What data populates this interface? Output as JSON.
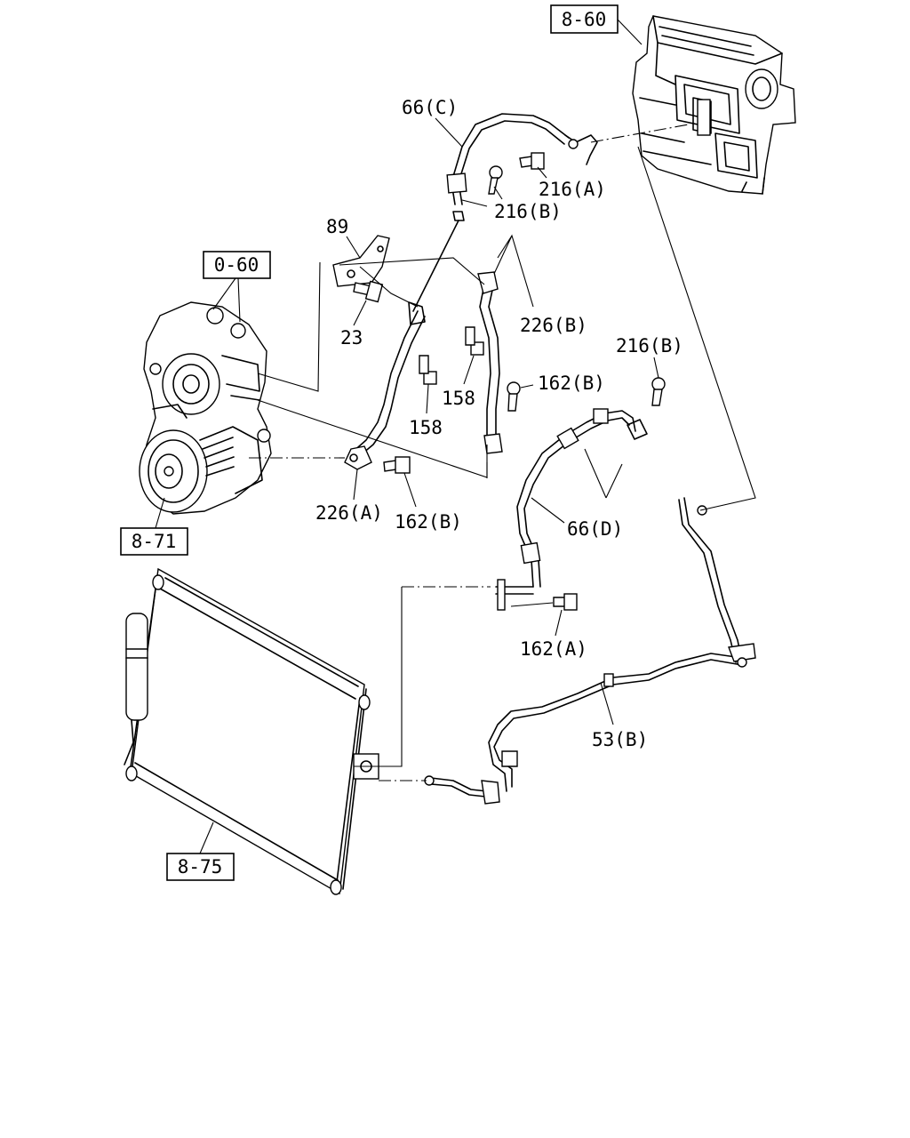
{
  "references": {
    "hvac_unit": "8-60",
    "compressor_group": "0-60",
    "compressor": "8-71",
    "condenser": "8-75"
  },
  "callouts": {
    "hose_66c": "66(C)",
    "bolt_216a": "216(A)",
    "bolt_216b_top": "216(B)",
    "bracket_89": "89",
    "bolt_23": "23",
    "clip_226b": "226(B)",
    "bolt_158_upper": "158",
    "bolt_158_lower": "158",
    "bolt_216b_right": "216(B)",
    "bolt_162b_right": "162(B)",
    "clip_226a": "226(A)",
    "bolt_162b_left": "162(B)",
    "hose_66d": "66(D)",
    "bolt_162a": "162(A)",
    "pipe_53b": "53(B)"
  }
}
